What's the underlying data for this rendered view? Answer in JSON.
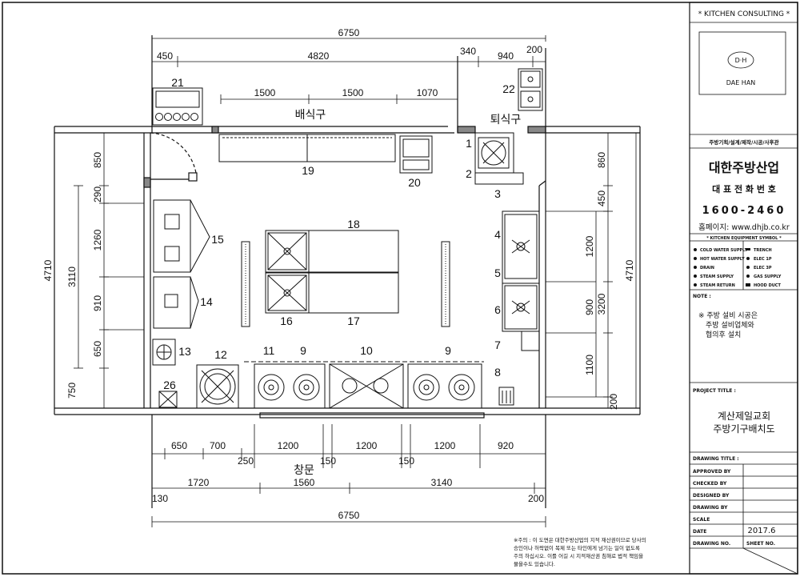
{
  "dims": {
    "top_total": "6750",
    "top_450": "450",
    "top_4820": "4820",
    "top_340": "340",
    "top_940": "940",
    "top_200": "200",
    "top_1500a": "1500",
    "top_1500b": "1500",
    "top_1070": "1070",
    "left_4710": "4710",
    "left_3110": "3110",
    "left_850": "850",
    "left_290": "290",
    "left_1260": "1260",
    "left_910": "910",
    "left_650": "650",
    "left_750": "750",
    "right_4710": "4710",
    "right_3200": "3200",
    "right_860": "860",
    "right_450": "450",
    "right_1200": "1200",
    "right_900": "900",
    "right_1100": "1100",
    "right_200": "200",
    "bot_650": "650",
    "bot_700": "700",
    "bot_1200a": "1200",
    "bot_1200b": "1200",
    "bot_1200c": "1200",
    "bot_920": "920",
    "bot_250": "250",
    "bot_150a": "150",
    "bot_150b": "150",
    "bot_1720": "1720",
    "bot_1560": "1560",
    "bot_3140": "3140",
    "bot_130": "130",
    "bot_200": "200",
    "bot_total": "6750"
  },
  "labels": {
    "serving": "배식구",
    "return": "퇴식구",
    "window": "창문"
  },
  "equipment_numbers": [
    "1",
    "2",
    "3",
    "4",
    "5",
    "6",
    "7",
    "8",
    "9",
    "9",
    "10",
    "11",
    "12",
    "13",
    "14",
    "15",
    "16",
    "17",
    "18",
    "19",
    "20",
    "21",
    "22",
    "26"
  ],
  "title_block": {
    "consulting": "* KITCHEN CONSULTING *",
    "logo_mark": "D·H",
    "logo_name": "DAE HAN",
    "services": "주방기획/설계/제작/시공/사후관",
    "company": "대한주방산업",
    "phone_label": "대 표 전 화 번 호",
    "phone": "1600-2460",
    "homepage": "홈페이지: www.dhjb.co.kr",
    "symbol_title": "* KITCHEN EQUIPMENT SYMBOL *",
    "symbols_left": [
      "COLD WATER SUPPLY",
      "HOT WATER SUPPLY",
      "DRAIN",
      "STEAM SUPPLY",
      "STEAM RETURN"
    ],
    "symbols_right": [
      "TRENCH",
      "ELEC 1P",
      "ELEC 3P",
      "GAS SUPPLY",
      "HOOD DUCT"
    ],
    "note_label": "NOTE :",
    "note_lines": [
      "※ 주방 설비 시공은",
      "주방 설비업체와",
      "협의후 설치"
    ],
    "project_label": "PROJECT TITLE :",
    "project_lines": [
      "계산제일교회",
      "주방기구배치도"
    ],
    "drawing_title_label": "DRAWING TITLE :",
    "approved": "APPROVED BY",
    "checked": "CHECKED BY",
    "designed": "DESIGNED BY",
    "drawing_by": "DRAWING BY",
    "scale": "SCALE",
    "date_label": "DATE",
    "date_value": "2017.6",
    "drawing_no": "DRAWING NO.",
    "sheet_no": "SHEET NO."
  },
  "footer_note": [
    "※주의 : 이 도면은 대한주방산업의 지적 재산권이므로 당사의",
    "승인이나 허락없이 복제 또는 타인에게 넘기는 일이 없도록",
    "주의 하십시오. 이를 어길 시 지적재산권 침해로 법적 책임을",
    "물을수도 있습니다."
  ]
}
